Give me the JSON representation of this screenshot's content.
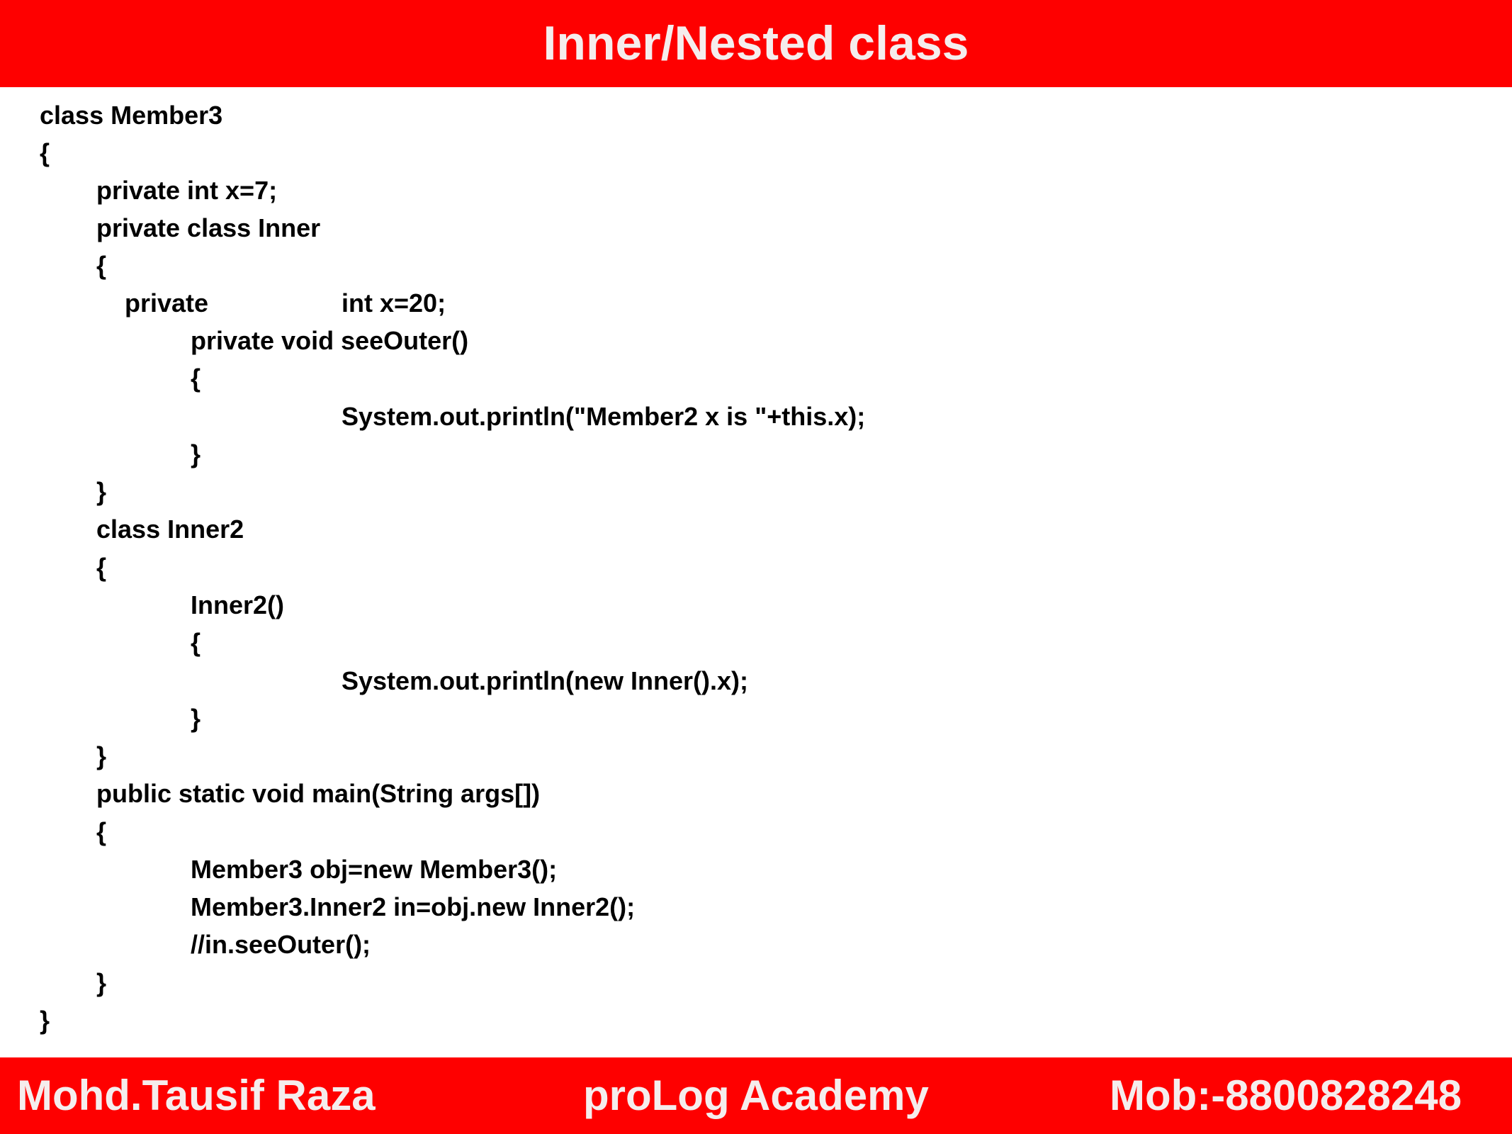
{
  "header": {
    "title": "Inner/Nested class"
  },
  "code": {
    "lines": [
      "class Member3",
      "{",
      "private int x=7;",
      "private class Inner",
      "{",
      "private",
      "int x=20;",
      "private void seeOuter()",
      "{",
      "System.out.println(\"Member2 x is \"+this.x);",
      "}",
      "}",
      "class Inner2",
      "{",
      "Inner2()",
      "{",
      "System.out.println(new Inner().x);",
      "}",
      "}",
      "public static void main(String args[])",
      "{",
      "Member3 obj=new Member3();",
      "Member3.Inner2 in=obj.new Inner2();",
      "//in.seeOuter();",
      "}",
      "}"
    ]
  },
  "footer": {
    "author": "Mohd.Tausif Raza",
    "academy": "proLog Academy",
    "mobile": "Mob:-8800828248"
  },
  "colors": {
    "banner": "#fe0000",
    "banner_text": "#f5eded",
    "code_text": "#000000"
  }
}
